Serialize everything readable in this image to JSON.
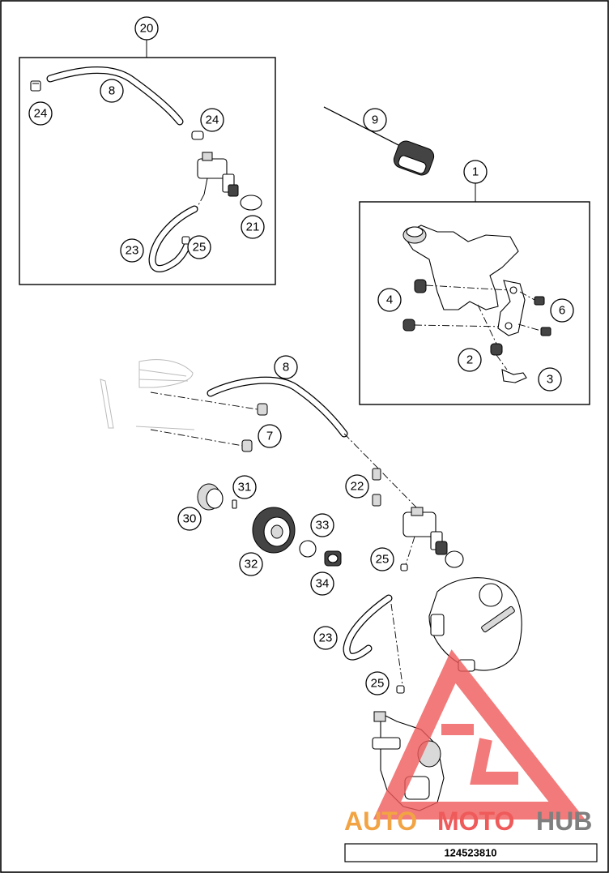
{
  "diagram": {
    "part_numbers": {
      "n1": "1",
      "n2": "2",
      "n3": "3",
      "n4": "4",
      "n6": "6",
      "n7": "7",
      "n8a": "8",
      "n8b": "8",
      "n9": "9",
      "n20": "20",
      "n21": "21",
      "n22": "22",
      "n23a": "23",
      "n23b": "23",
      "n24a": "24",
      "n24b": "24",
      "n25a": "25",
      "n25b": "25",
      "n25c": "25",
      "n30": "30",
      "n31": "31",
      "n32": "32",
      "n33": "33",
      "n34": "34"
    },
    "drawing_code": "124523810"
  },
  "watermark": {
    "part1": "AUTO",
    "part2": "MOTO",
    "part3": "HUB",
    "colors": {
      "auto": "#f2a444",
      "moto": "#ef5a5a",
      "hub": "#7f7f7f",
      "logo": "#ef5a5a"
    }
  }
}
